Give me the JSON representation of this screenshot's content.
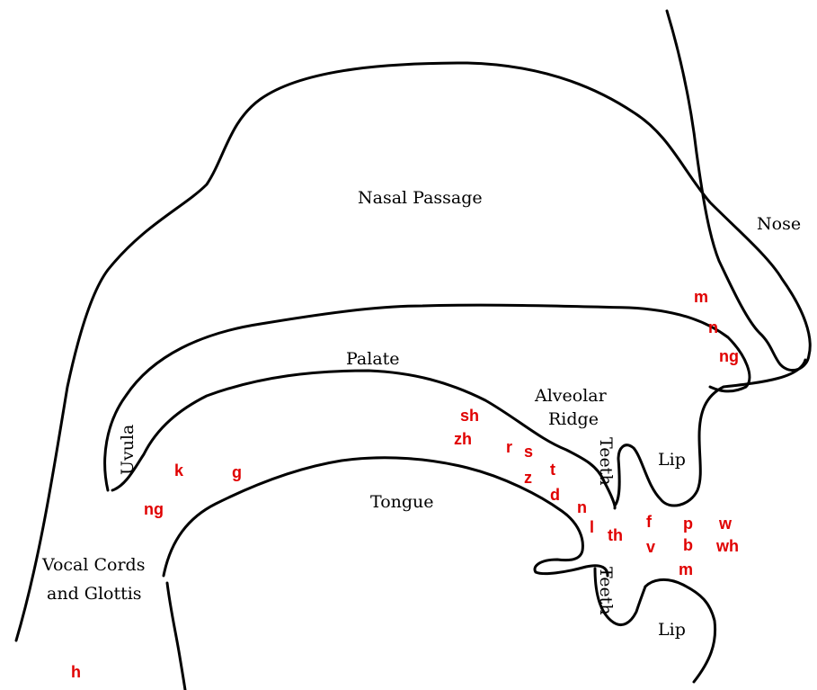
{
  "colors": {
    "outline": "#000000",
    "sound": "#e00000",
    "background": "#ffffff"
  },
  "labels": {
    "nasal_passage": "Nasal Passage",
    "nose": "Nose",
    "palate": "Palate",
    "alveolar": "Alveolar",
    "ridge": "Ridge",
    "uvula": "Uvula",
    "tongue": "Tongue",
    "teeth_upper": "Teeth",
    "teeth_lower": "Teeth",
    "lip_upper": "Lip",
    "lip_lower": "Lip",
    "vocal_cords": "Vocal Cords",
    "and_glottis": "and Glottis"
  },
  "sounds": {
    "nasal_m": "m",
    "nasal_n": "n",
    "nasal_ng": "ng",
    "palatal_sh": "sh",
    "palatal_zh": "zh",
    "r": "r",
    "s": "s",
    "t": "t",
    "z": "z",
    "d": "d",
    "n": "n",
    "l": "l",
    "th": "th",
    "f": "f",
    "v": "v",
    "p": "p",
    "b": "b",
    "m": "m",
    "w": "w",
    "wh": "wh",
    "k": "k",
    "g": "g",
    "velar_ng": "ng",
    "h": "h"
  }
}
